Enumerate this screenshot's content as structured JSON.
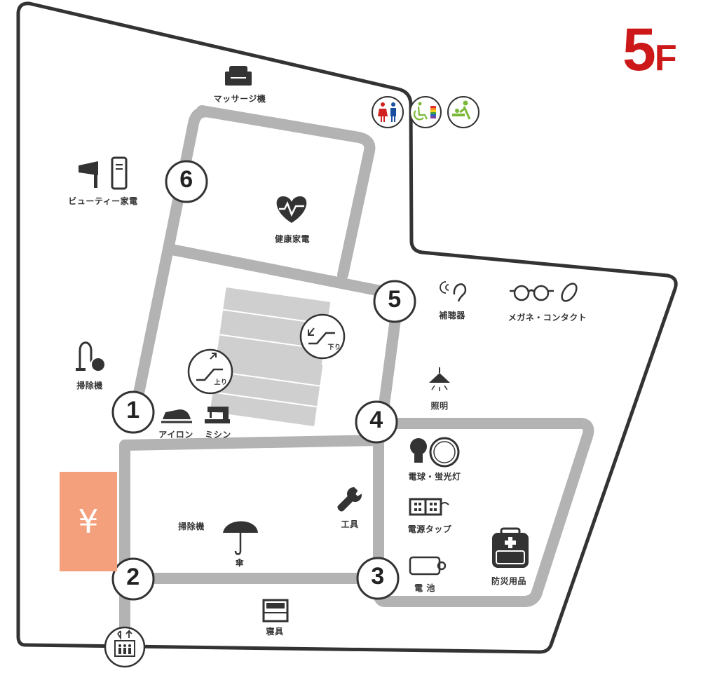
{
  "floor": {
    "number": "5",
    "suffix": "F"
  },
  "colors": {
    "accent": "#cc1818",
    "route": "#b3b3b3",
    "outline": "#333333",
    "atm": "#f4a07c",
    "escalator": "#cfcfcf"
  },
  "escalators": [
    {
      "direction": "down",
      "label": "下り",
      "icon": "escalator-down-icon"
    },
    {
      "direction": "up",
      "label": "上り",
      "icon": "escalator-up-icon"
    }
  ],
  "markers": [
    "1",
    "2",
    "3",
    "4",
    "5",
    "6"
  ],
  "atm": {
    "symbol": "¥",
    "icon": "atm-yen-icon"
  },
  "facilities": [
    {
      "icon": "restroom-icon"
    },
    {
      "icon": "accessible-restroom-icon"
    },
    {
      "icon": "baby-changing-icon"
    },
    {
      "icon": "elevator-icon"
    }
  ],
  "zones": [
    {
      "label": "マッサージ機",
      "icon": "massage-chair-icon"
    },
    {
      "label": "ビューティー家電",
      "icon": "hair-dryer-icon"
    },
    {
      "label": "健康家電",
      "icon": "heart-pulse-icon"
    },
    {
      "label": "補聴器",
      "icon": "hearing-aid-icon"
    },
    {
      "label": "メガネ・コンタクト",
      "icon": "glasses-icon"
    },
    {
      "label": "掃除機",
      "icon": "vacuum-cleaner-icon"
    },
    {
      "label": "照明",
      "icon": "ceiling-lamp-icon"
    },
    {
      "label": "アイロン",
      "icon": "iron-icon"
    },
    {
      "label": "ミシン",
      "icon": "sewing-machine-icon"
    },
    {
      "label": "電球・蛍光灯",
      "icon": "light-bulb-icon"
    },
    {
      "label": "掃除機",
      "icon": "vacuum-cleaner-icon"
    },
    {
      "label": "工具",
      "icon": "wrench-icon"
    },
    {
      "label": "傘",
      "icon": "umbrella-icon"
    },
    {
      "label": "電源タップ",
      "icon": "power-strip-icon"
    },
    {
      "label": "電 池",
      "icon": "battery-icon"
    },
    {
      "label": "防災用品",
      "icon": "emergency-backpack-icon"
    },
    {
      "label": "寝具",
      "icon": "bed-icon"
    }
  ]
}
